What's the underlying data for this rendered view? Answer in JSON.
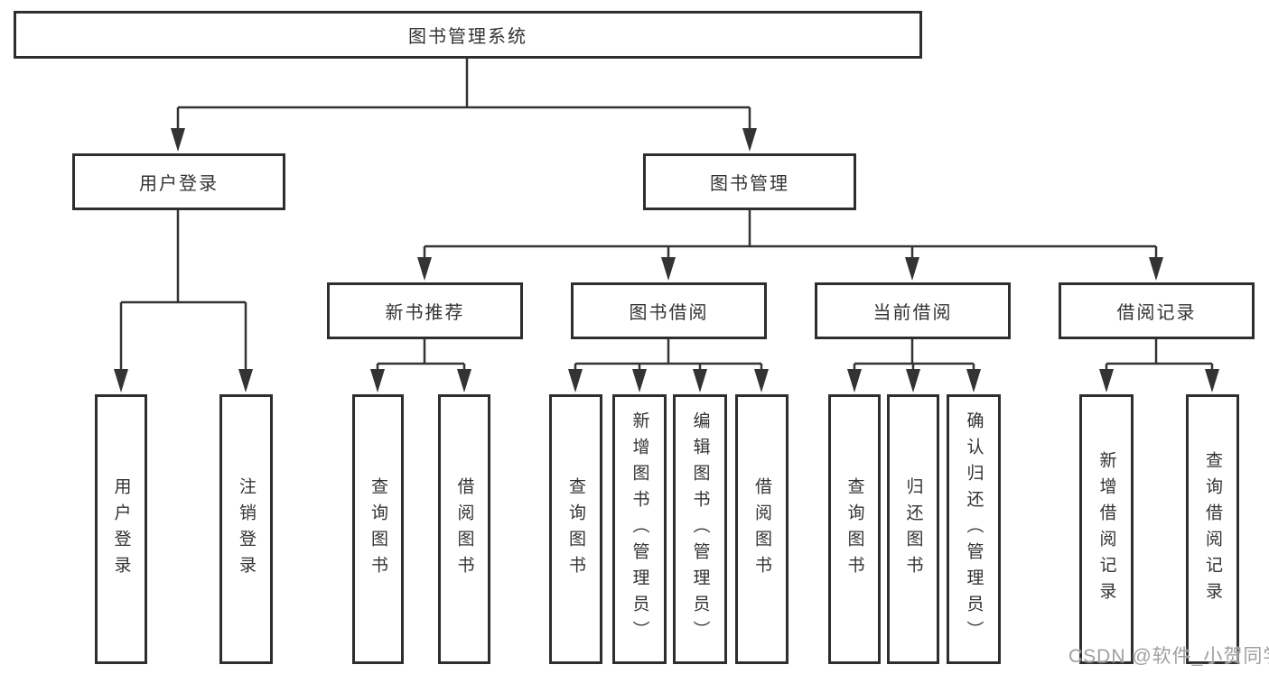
{
  "diagram": {
    "root": {
      "label": "图书管理系统"
    },
    "level2": [
      {
        "label": "用户登录"
      },
      {
        "label": "图书管理"
      }
    ],
    "level3": [
      {
        "label": "新书推荐"
      },
      {
        "label": "图书借阅"
      },
      {
        "label": "当前借阅"
      },
      {
        "label": "借阅记录"
      }
    ],
    "leaves": [
      {
        "label": "用户登录"
      },
      {
        "label": "注销登录"
      },
      {
        "label": "查询图书"
      },
      {
        "label": "借阅图书"
      },
      {
        "label": "查询图书"
      },
      {
        "label": "新增图书（管理员）"
      },
      {
        "label": "编辑图书（管理员）"
      },
      {
        "label": "借阅图书"
      },
      {
        "label": "查询图书"
      },
      {
        "label": "归还图书"
      },
      {
        "label": "确认归还（管理员）"
      },
      {
        "label": "新增借阅记录"
      },
      {
        "label": "查询借阅记录"
      }
    ],
    "watermark": "CSDN @软件_小贺同学",
    "colors": {
      "line": "#333333",
      "box_border": "#2e2e2e",
      "text": "#333333",
      "background": "#ffffff",
      "watermark": "#9f9fa5"
    }
  }
}
